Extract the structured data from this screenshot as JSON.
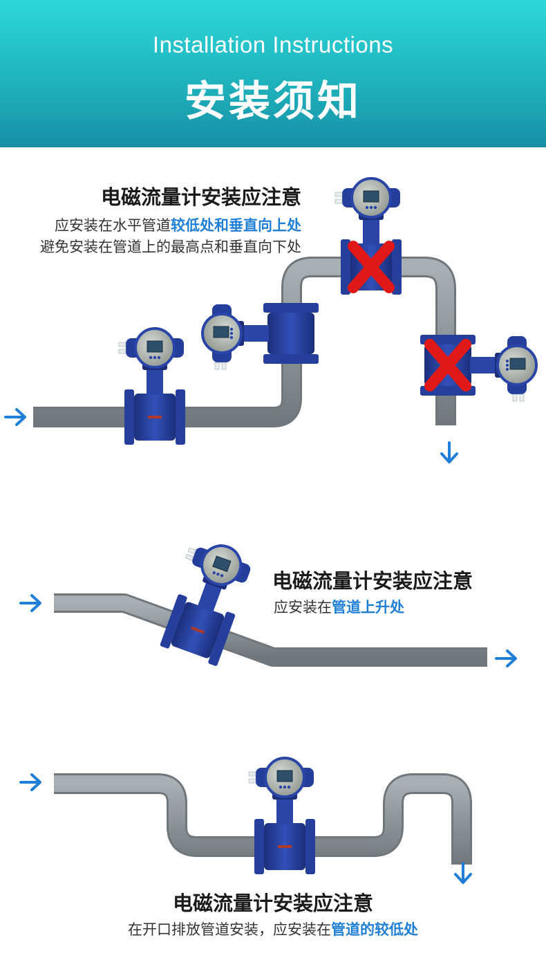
{
  "header": {
    "title_en": "Installation Instructions",
    "title_cn": "安装须知"
  },
  "colors": {
    "header_top": "#2ed8da",
    "header_bottom": "#1790a6",
    "pipe": "#8e969b",
    "pipe_edge": "#6f777c",
    "flange": "#263f9c",
    "flange_dark": "#1b2e7a",
    "meter_head": "#9ea59e",
    "arrow": "#1f7fd6",
    "cross": "#e01818",
    "highlight": "#1f7fd6"
  },
  "sections": [
    {
      "title": "电磁流量计安装应注意",
      "line1_plain": "应安装在水平管道",
      "line1_highlight": "较低处和垂直向上处",
      "line2_plain": "避免安装在管道上的最高点和垂直向下处"
    },
    {
      "title": "电磁流量计安装应注意",
      "line1_plain": "应安装在",
      "line1_highlight": "管道上升处"
    },
    {
      "title": "电磁流量计安装应注意",
      "line1_plain": "在开口排放管道安装，应安装在",
      "line1_highlight": "管道的较低处"
    }
  ],
  "icons": {
    "flow_arrow": "arrow-right-icon",
    "down_arrow": "arrow-down-icon",
    "wrong_mark": "red-x-icon"
  }
}
